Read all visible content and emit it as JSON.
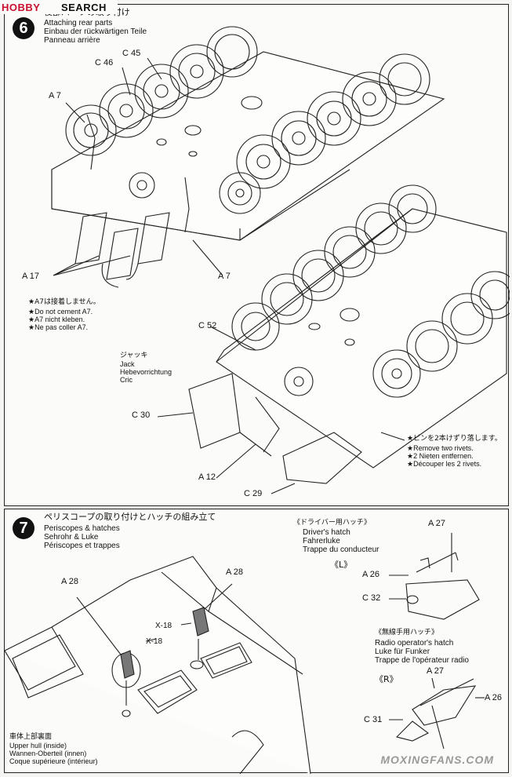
{
  "watermark_top": {
    "brand": "HOBBY",
    "search": "SEARCH"
  },
  "step6": {
    "number": "6",
    "title_jp": "後部パーツの取り付け",
    "title_en": "Attaching rear parts",
    "title_de": "Einbau der rückwärtigen Teile",
    "title_fr": "Panneau arrière",
    "parts": {
      "c45": "C 45",
      "c46": "C 46",
      "a7_left": "A 7",
      "a17": "A 17",
      "a7_right": "A 7",
      "c52": "C 52",
      "c30": "C 30",
      "a12": "A 12",
      "c29": "C 29"
    },
    "note_a7": {
      "jp": "★A7は接着しません。",
      "en": "★Do not cement A7.",
      "de": "★A7 nicht kleben.",
      "fr": "★Ne pas coller A7."
    },
    "jack": {
      "jp": "ジャッキ",
      "en": "Jack",
      "de": "Hebevorrichtung",
      "fr": "Cric"
    },
    "note_rivets": {
      "jp": "★ピンを2本けずり落します。",
      "en": "★Remove two rivets.",
      "de": "★2 Nieten entfernen.",
      "fr": "★Découper les 2 rivets."
    }
  },
  "step7": {
    "number": "7",
    "title_jp": "ペリスコープの取り付けとハッチの組み立て",
    "title_en": "Periscopes & hatches",
    "title_de": "Sehrohr & Luke",
    "title_fr": "Périscopes et trappes",
    "parts": {
      "a28_left": "A 28",
      "a28_right": "A 28",
      "x18_a": "X-18",
      "x18_b": "X-18"
    },
    "upper_hull": {
      "jp": "車体上部裏面",
      "en": "Upper hull (inside)",
      "de": "Wannen-Oberteil (innen)",
      "fr": "Coque supérieure (intérieur)"
    },
    "driver_hatch": {
      "jp": "《ドライバー用ハッチ》",
      "en": "Driver's hatch",
      "de": "Fahrerluke",
      "fr": "Trappe du conducteur",
      "side": "《L》",
      "a27": "A 27",
      "a26": "A 26",
      "c32": "C 32"
    },
    "radio_hatch": {
      "jp": "《無線手用ハッチ》",
      "en": "Radio operator's hatch",
      "de": "Luke für Funker",
      "fr": "Trappe de l'opérateur radio",
      "side": "《R》",
      "a27": "A 27",
      "a26": "A 26",
      "c31": "C 31"
    }
  },
  "watermark_bottom": "MOXINGFANS.COM"
}
